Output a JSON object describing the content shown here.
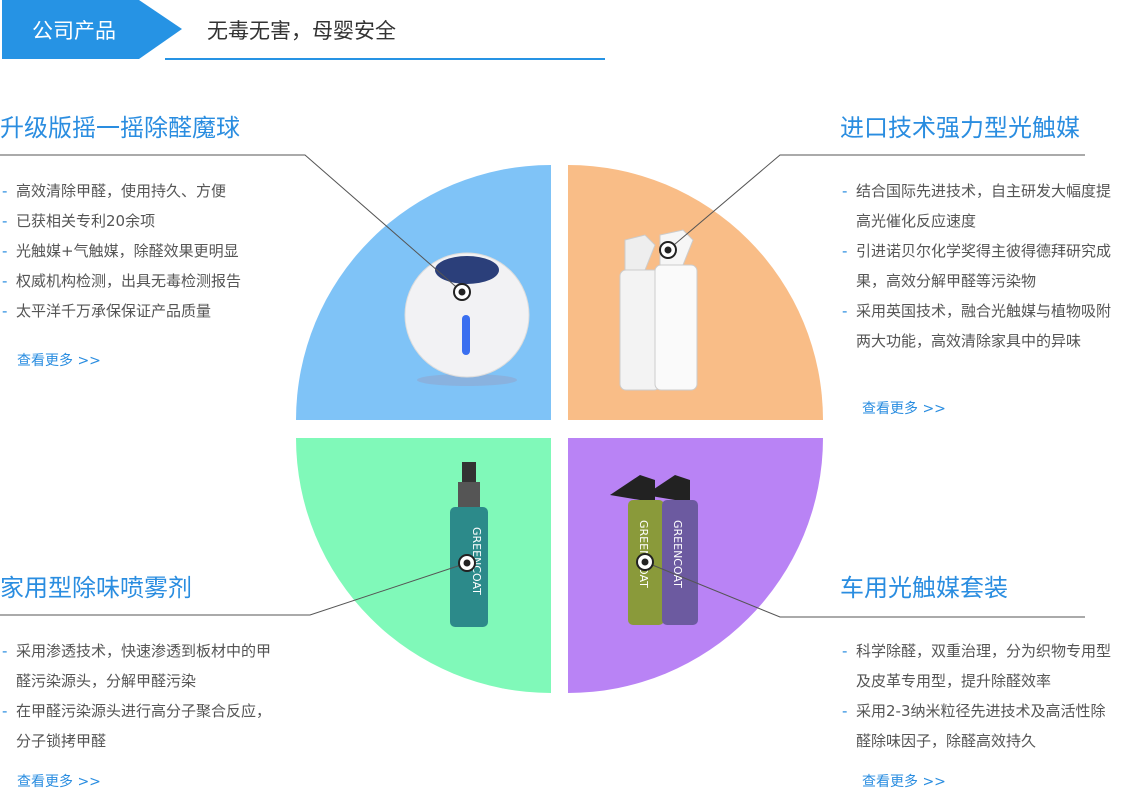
{
  "header": {
    "tab": "公司产品",
    "subtitle": "无毒无害，母婴安全"
  },
  "colors": {
    "accent": "#2693e4",
    "blue": "#7fc3f7",
    "orange": "#f9bd87",
    "green": "#80f9b9",
    "purple": "#b983f5"
  },
  "products": [
    {
      "title": "升级版摇一摇除醛魔球",
      "items": [
        "高效清除甲醛，使用持久、方便",
        "已获相关专利20余项",
        "光触媒+气触媒，除醛效果更明显",
        "权威机构检测，出具无毒检测报告",
        "太平洋千万承保保证产品质量"
      ],
      "more": "查看更多 >>"
    },
    {
      "title": "进口技术强力型光触媒",
      "items": [
        "结合国际先进技术，自主研发大幅度提高光催化反应速度",
        "引进诺贝尔化学奖得主彼得德拜研究成果，高效分解甲醛等污染物",
        "采用英国技术，融合光触媒与植物吸附两大功能，高效清除家具中的异味"
      ],
      "more": "查看更多 >>"
    },
    {
      "title": "家用型除味喷雾剂",
      "items": [
        "采用渗透技术，快速渗透到板材中的甲醛污染源头，分解甲醛污染",
        "在甲醛污染源头进行高分子聚合反应，分子锁拷甲醛"
      ],
      "more": "查看更多 >>"
    },
    {
      "title": "车用光触媒套装",
      "items": [
        "科学除醛，双重治理，分为织物专用型及皮革专用型，提升除醛效率",
        "采用2-3纳米粒径先进技术及高活性除醛除味因子，除醛高效持久"
      ],
      "more": "查看更多 >>"
    }
  ],
  "brand": "GREENCOAT"
}
